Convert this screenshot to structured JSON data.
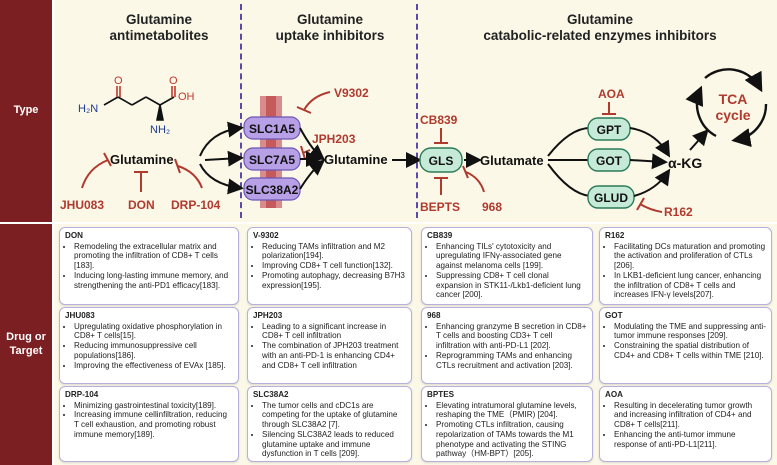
{
  "side_labels": {
    "type": "Type",
    "drug": "Drug or\nTarget"
  },
  "headers": {
    "col1": "Glutamine\nantimetabolites",
    "col2": "Glutamine\nuptake inhibitors",
    "col3": "Glutamine\ncatabolic-related enzymes inhibitors"
  },
  "molecule": {
    "o1": "O",
    "o2": "O",
    "h2n": "H₂N",
    "oh": "OH",
    "nh2": "NH₂",
    "name": "Glutamine"
  },
  "antimetabolites": [
    "JHU083",
    "DON",
    "DRP-104"
  ],
  "transporters": [
    "SLC1A5",
    "SLC7A5",
    "SLC38A2"
  ],
  "uptake_inhibitors": [
    "V9302",
    "JPH203"
  ],
  "glutamine_label": "Glutamine",
  "gls": "GLS",
  "gls_inhibitors": [
    "CB839",
    "BEPTS",
    "968"
  ],
  "glutamate": "Glutamate",
  "enzymes": [
    "GPT",
    "GOT",
    "GLUD"
  ],
  "aoa": "AOA",
  "r162": "R162",
  "akg": "α-KG",
  "tca": "TCA\ncycle",
  "cards": [
    {
      "title": "DON",
      "items": [
        "Remodeling the extracellular matrix and promoting the infiltration of CD8+ T cells [183].",
        "Inducing long-lasting immune memory, and strengthening the anti-PD1 efficacy[183]."
      ]
    },
    {
      "title": "JHU083",
      "items": [
        "Upregulating oxidative phosphorylation in CD8+ T cells[15].",
        "Reducing immunosuppressive cell populations[186].",
        "Improving the effectiveness of EVAx [185]."
      ]
    },
    {
      "title": "DRP-104",
      "items": [
        "Minimizing gastrointestinal toxicity[189].",
        "Increasing immune cellinfiltration, reducing T cell exhaustion, and promoting robust immune memory[189]."
      ]
    },
    {
      "title": "V-9302",
      "items": [
        "Reducing TAMs infiltration and M2 polarization[194].",
        "Improving CD8+ T cell function[132].",
        "Promoting autophagy, decreasing B7H3 expression[195]."
      ]
    },
    {
      "title": "JPH203",
      "items": [
        "Leading to a significant increase in CD8+ T cell infiltration",
        "The combination of JPH203 treatment with an anti-PD-1 is enhancing CD4+ and CD8+ T cell infiltration"
      ]
    },
    {
      "title": "SLC38A2",
      "items": [
        "The tumor cells and cDC1s are competing for the uptake of glutamine through SLC38A2 [7].",
        "Silencing SLC38A2 leads to reduced glutamine uptake and immune dysfunction in T cells [209]."
      ]
    },
    {
      "title": "CB839",
      "items": [
        "Enhancing TILs' cytotoxicity and upregulating IFNγ-associated gene against melanoma cells [199].",
        "Suppressing CD8+ T cell clonal expansion in STK11-/Lkb1-deficient lung cancer [200]."
      ]
    },
    {
      "title": "968",
      "items": [
        "Enhancing granzyme B secretion in CD8+ T cells and boosting CD3+ T cell infiltration with anti-PD-L1 [202].",
        "Reprogramming TAMs and enhancing CTLs recruitment and activation [203]."
      ]
    },
    {
      "title": "BPTES",
      "items": [
        "Elevating intratumoral glutamine levels, reshaping the TME（PMIR) [204].",
        "Promoting CTLs infiltration, causing repolarization of TAMs towards the M1 phenotype and activating the STING pathway（HM-BPT）[205]."
      ]
    },
    {
      "title": "R162",
      "items": [
        "Facilitating DCs maturation and promoting the activation and proliferation of CTLs [206].",
        "In LKB1-deficient lung cancer, enhancing the infiltration of CD8+ T cells and increases IFN-γ levels[207]."
      ]
    },
    {
      "title": "GOT",
      "items": [
        "Modulating the TME and suppressing anti-tumor immune responses [209].",
        "Constraining the spatial distribution of CD4+ and CD8+ T cells within TME [210]."
      ]
    },
    {
      "title": "AOA",
      "items": [
        "Resulting in decelerating tumor growth and increasing infiltration of CD4+ and CD8+ T cells[211].",
        "Enhancing the anti-tumor immune response of anti-PD-L1[211]."
      ]
    }
  ]
}
